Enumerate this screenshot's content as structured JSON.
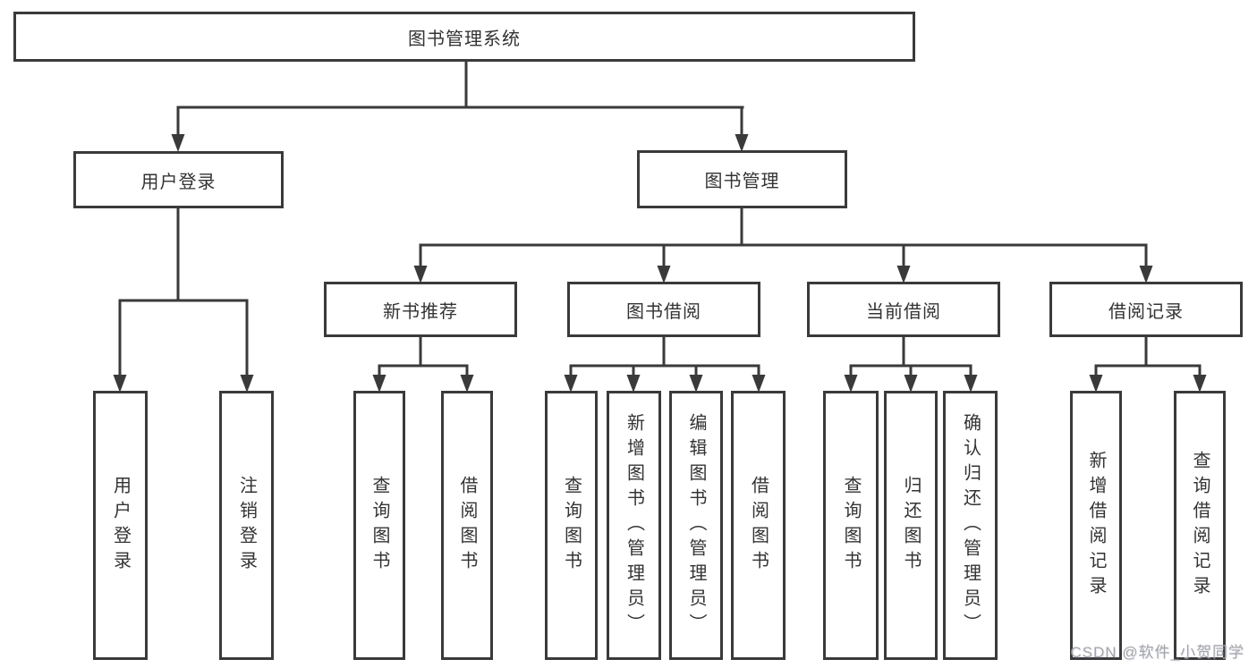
{
  "diagram": {
    "root": {
      "label": "图书管理系统"
    },
    "level2": [
      {
        "label": "用户登录"
      },
      {
        "label": "图书管理"
      }
    ],
    "level3": [
      {
        "label": "新书推荐"
      },
      {
        "label": "图书借阅"
      },
      {
        "label": "当前借阅"
      },
      {
        "label": "借阅记录"
      }
    ],
    "level4": {
      "user_login": [
        {
          "label": "用户登录"
        },
        {
          "label": "注销登录"
        }
      ],
      "new_book_recommend": [
        {
          "label": "查询图书"
        },
        {
          "label": "借阅图书"
        }
      ],
      "book_borrowing": [
        {
          "label": "查询图书"
        },
        {
          "label": "新增图书（管理员）"
        },
        {
          "label": "编辑图书（管理员）"
        },
        {
          "label": "借阅图书"
        }
      ],
      "current_borrowing": [
        {
          "label": "查询图书"
        },
        {
          "label": "归还图书"
        },
        {
          "label": "确认归还（管理员）"
        }
      ],
      "borrowing_records": [
        {
          "label": "新增借阅记录"
        },
        {
          "label": "查询借阅记录"
        }
      ]
    },
    "watermark": "CSDN @软件_小贺同学",
    "colors": {
      "line": "#3a3a3a",
      "text": "#333333",
      "background": "#ffffff",
      "watermark": "#a6a6a6"
    }
  }
}
